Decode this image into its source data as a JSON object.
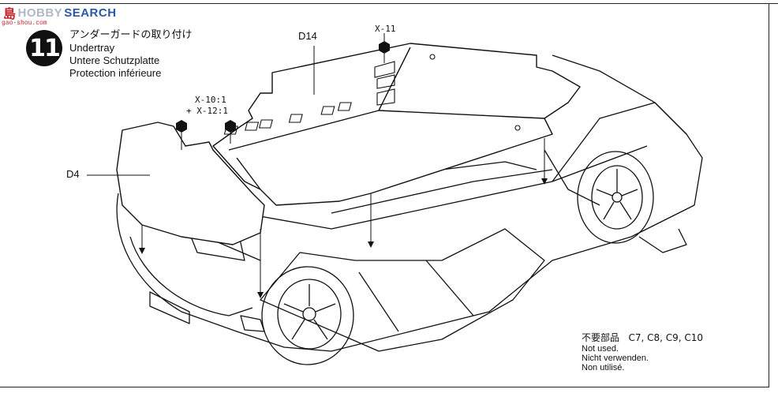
{
  "watermark": {
    "logo": "島",
    "brand_mid": "HOBBY",
    "brand_end": "SEARCH",
    "url": "gao-shou.com"
  },
  "step": {
    "number": "11",
    "title_ja": "アンダーガードの取り付け",
    "title_en": "Undertray",
    "title_de": "Untere Schutzplatte",
    "title_fr": "Protection inférieure"
  },
  "labels": {
    "d14": "D14",
    "d4": "D4",
    "x11": "X-11",
    "x10": "X-10:1",
    "x12": "+ X-12:1"
  },
  "notes": {
    "parts_ja": "不要部品",
    "parts_list": "C7, C8, C9, C10",
    "en": "Not used.",
    "de": "Nicht verwenden.",
    "fr": "Non utilisé."
  }
}
